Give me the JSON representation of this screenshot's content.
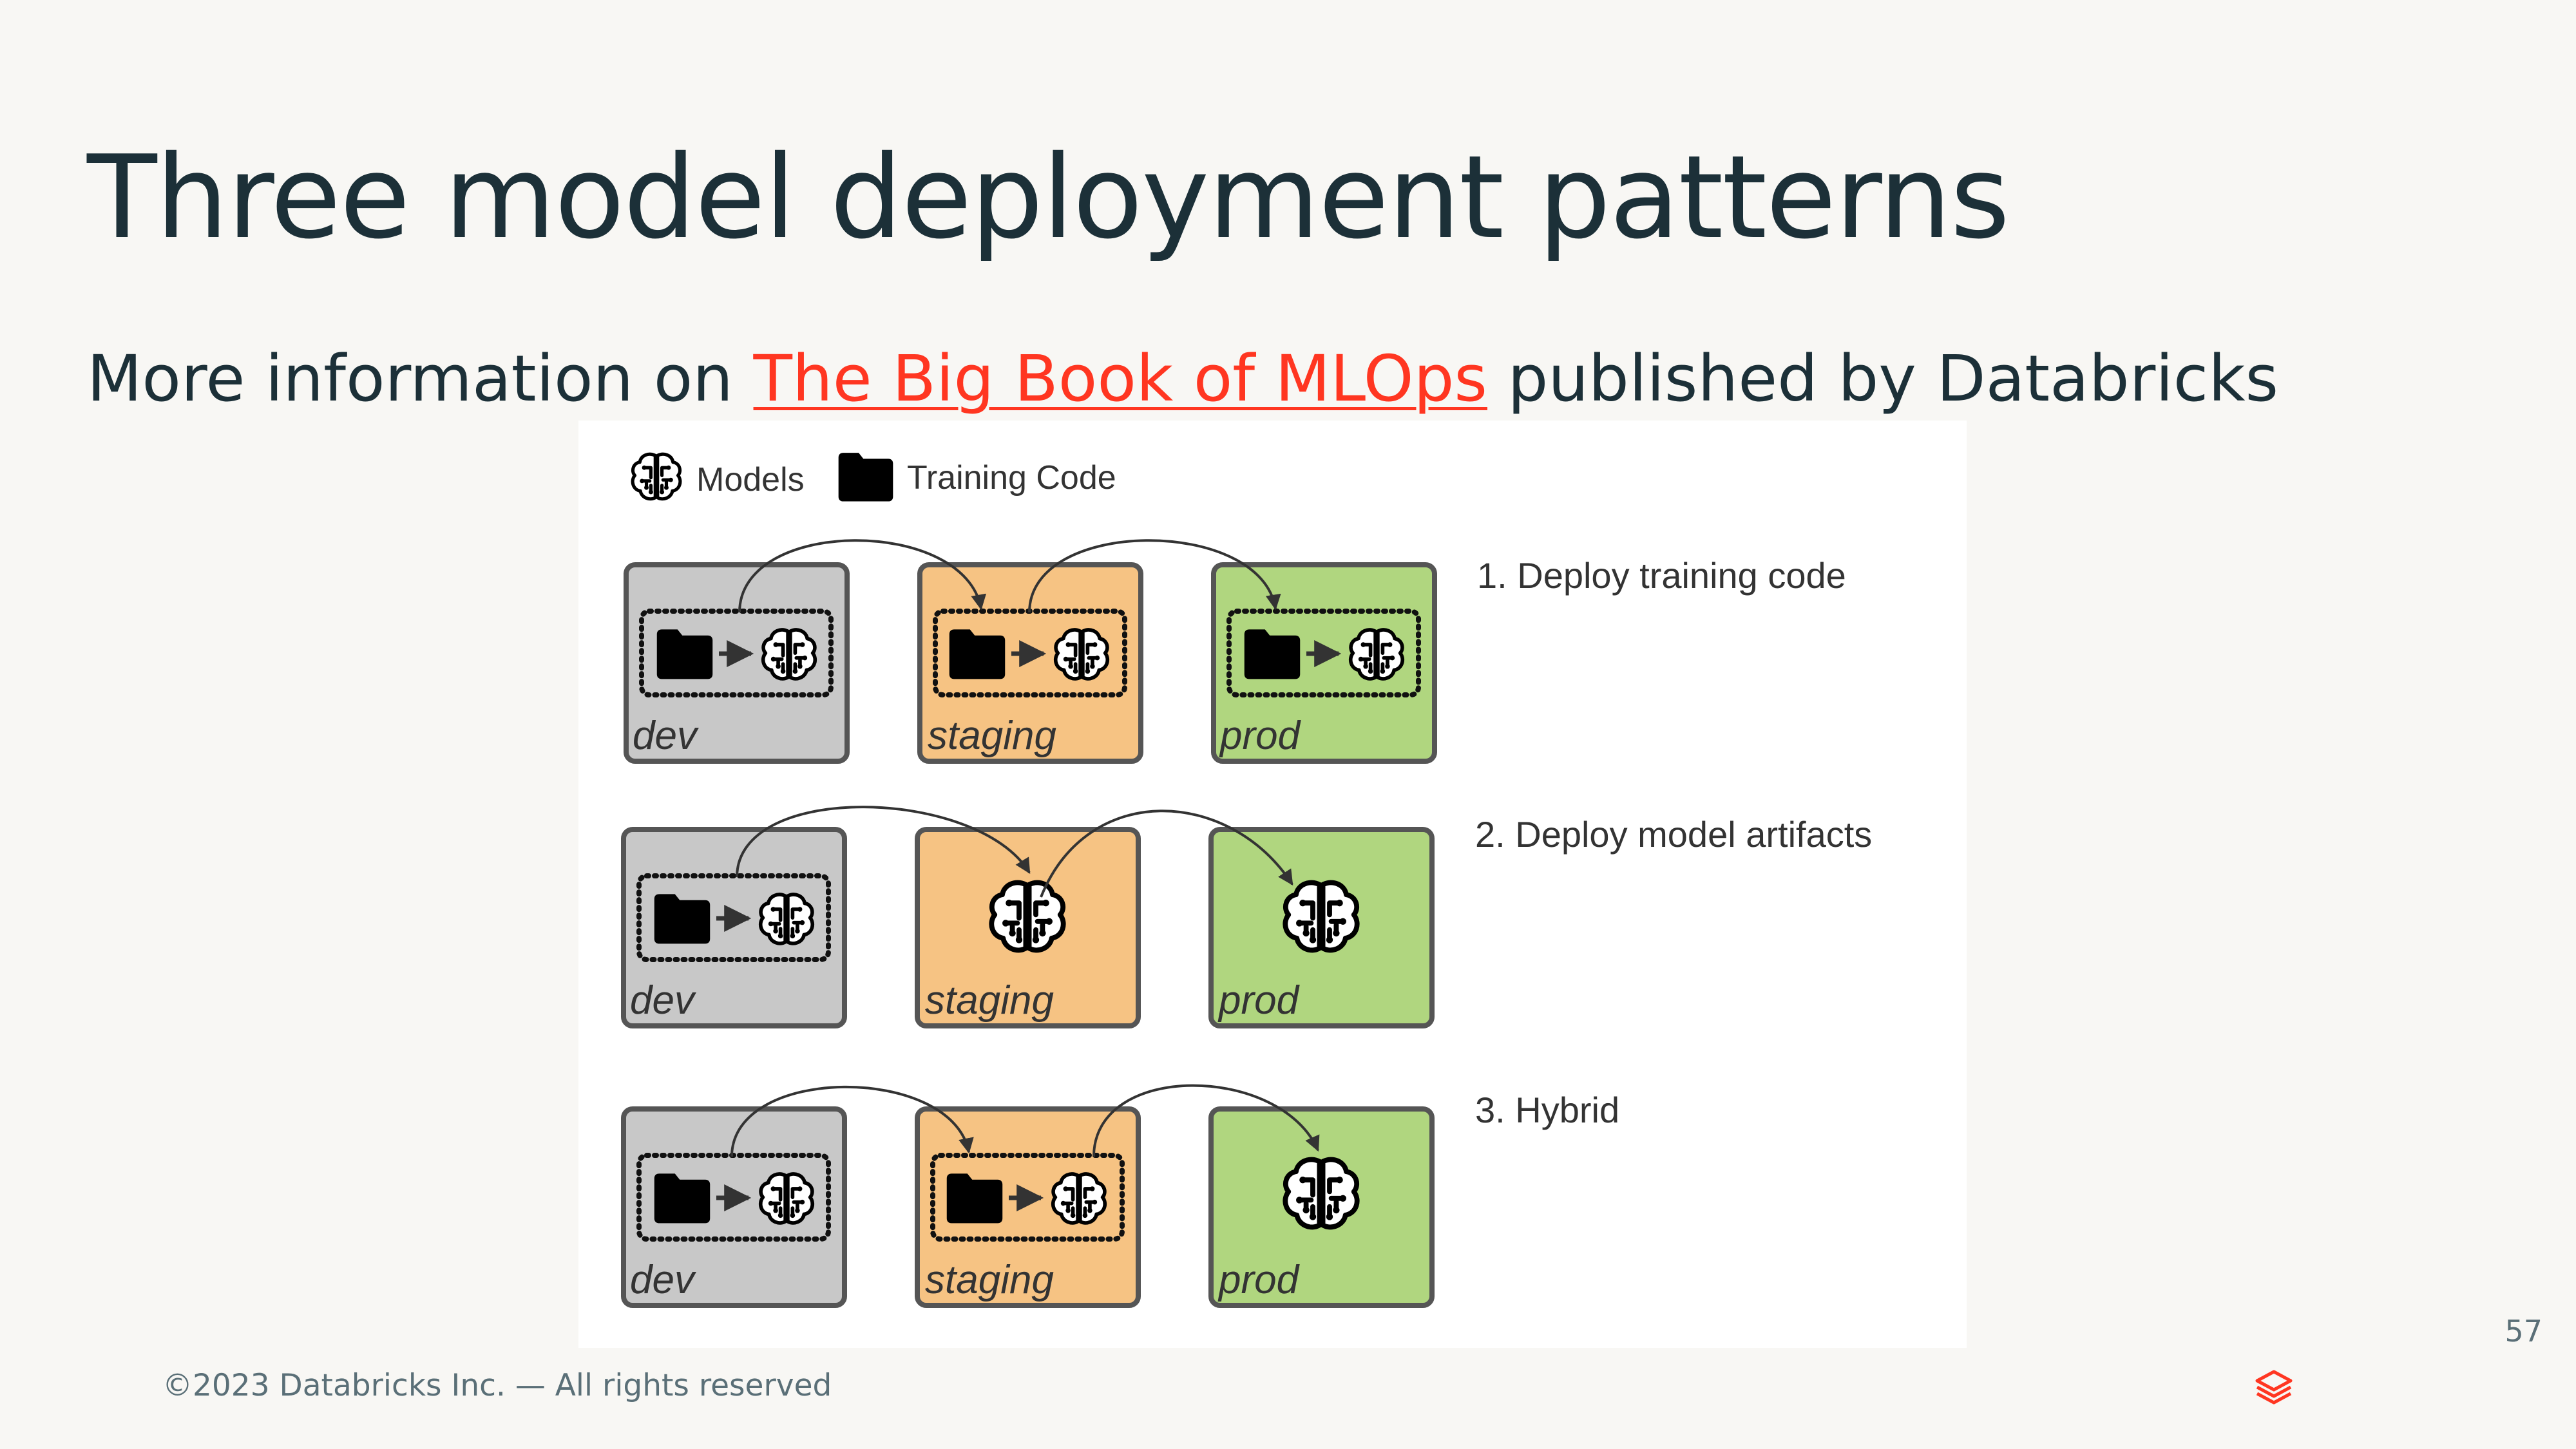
{
  "slide": {
    "title": "Three model deployment patterns",
    "subtitle_prefix": "More information on ",
    "subtitle_link": "The Big Book of MLOps",
    "subtitle_suffix": " published by Databricks",
    "footer": "©2023 Databricks Inc. — All rights reserved",
    "page_number": "57",
    "link_color": "#ff3621",
    "logo_icon": "databricks-logo-icon"
  },
  "legend": {
    "models_label": "Models",
    "models_icon": "brain-icon",
    "training_code_label": "Training Code",
    "training_code_icon": "folder-icon"
  },
  "patterns": [
    {
      "label": "1. Deploy training code"
    },
    {
      "label": "2. Deploy model artifacts"
    },
    {
      "label": "3. Hybrid"
    }
  ],
  "environments": {
    "dev": "dev",
    "staging": "staging",
    "prod": "prod"
  },
  "colors": {
    "dev": "#c8c8c8",
    "staging": "#f6c383",
    "prod": "#b0d67f",
    "border": "#555555"
  }
}
